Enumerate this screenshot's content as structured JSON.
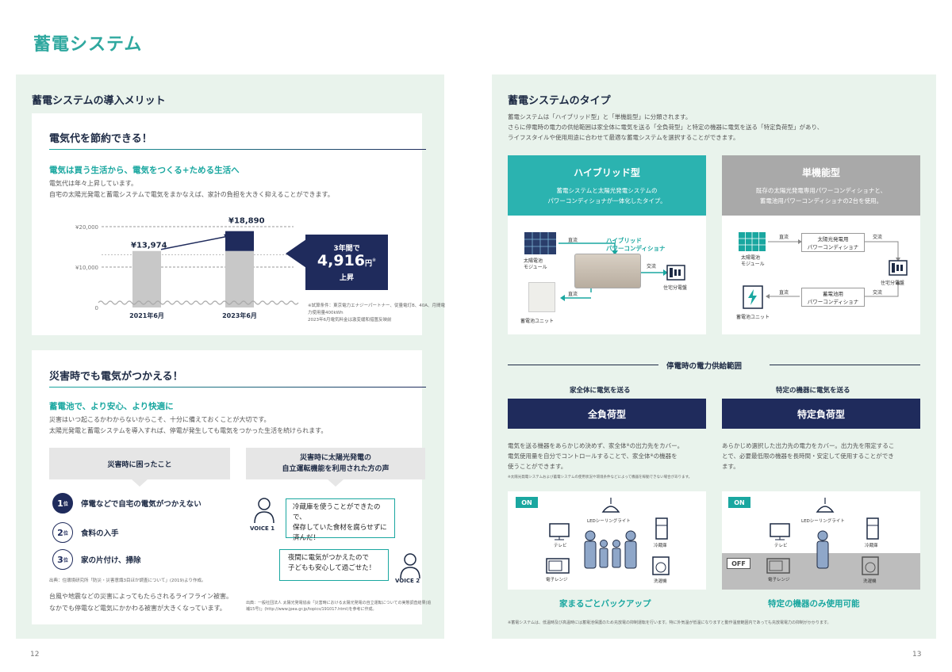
{
  "page": {
    "title": "蓄電システム",
    "page_left": "12",
    "page_right": "13"
  },
  "merits": {
    "heading": "蓄電システムの導入メリット",
    "save": {
      "title": "電気代を節約できる！",
      "sub": "電気は買う生活から、電気をつくる+ためる生活へ",
      "body1": "電気代は年々上昇しています。",
      "body2": "自宅の太陽光発電と蓄電システムで電気をまかなえば、家計の負担を大きく抑えることができます。",
      "y_ticks": [
        "¥20,000",
        "¥10,000",
        "0"
      ],
      "callout_line1": "3年間で",
      "callout_value": "4,916",
      "callout_unit": "円",
      "callout_mark": "※",
      "callout_line3": "上昇",
      "note1": "※試算条件：東京電力エナジーパートナー、従量電灯B、40A、月間電",
      "note2": "力使用量400kWh",
      "note3": "2023年6月電気料金は激変緩和措置反映前"
    },
    "disaster": {
      "title": "災害時でも電気がつかえる！",
      "sub": "蓄電池で、より安心、より快適に",
      "body1": "災害はいつ起こるかわからないからこそ、十分に備えておくことが大切です。",
      "body2": "太陽光発電と蓄電システムを導入すれば、停電が発生しても電気をつかった生活を続けられます。",
      "box_left": "災害時に困ったこと",
      "box_right1": "災害時に太陽光発電の",
      "box_right2": "自立運転機能を利用された方の声",
      "ranks": [
        {
          "num": "1",
          "unit": "位",
          "text": "停電などで自宅の電気がつかえない"
        },
        {
          "num": "2",
          "unit": "位",
          "text": "食料の入手"
        },
        {
          "num": "3",
          "unit": "位",
          "text": "家の片付け、掃除"
        }
      ],
      "source_left": "出典：住環境研究所「防災・災害意識3目ほか調査について」(2019)より作成。",
      "conclusion1": "台風や地震などの災害によってもたらされるライフライン被害。",
      "conclusion2": "なかでも停電など電気にかかわる被害が大きくなっています。",
      "voice1_label": "VOICE 1",
      "voice1_text1": "冷蔵庫を使うことができたので、",
      "voice1_text2": "保存していた食材を腐らせずに",
      "voice1_text3": "済んだ！",
      "voice2_label": "VOICE 2",
      "voice2_text1": "夜間に電気がつかえたので",
      "voice2_text2": "子どもも安心して過ごせた！",
      "source_right1": "出典：一般社団法人 太陽光発電協会「災害時における太陽光発電の自立運転についての実態調査結果(追",
      "source_right2": "補15号)」(http://www.jpea.gr.jp/topics/191017.html)を参考に作成。"
    }
  },
  "chart_data": {
    "type": "bar",
    "categories": [
      "2021年6月",
      "2023年6月"
    ],
    "values": [
      13974,
      18890
    ],
    "value_labels": [
      "¥13,974",
      "¥18,890"
    ],
    "ylim": [
      0,
      20000
    ],
    "xlabel": "",
    "ylabel": ""
  },
  "types": {
    "heading": "蓄電システムのタイプ",
    "intro1": "蓄電システムは「ハイブリッド型」と「単機能型」に分類されます。",
    "intro2": "さらに停電時の電力の供給範囲は家全体に電気を送る「全負荷型」と特定の機器に電気を送る「特定負荷型」があり、",
    "intro3": "ライフスタイルや使用用途に合わせて最適な蓄電システムを選択することができます。",
    "hybrid": {
      "title": "ハイブリッド型",
      "desc1": "蓄電システムと太陽光発電システムの",
      "desc2": "パワーコンディショナが一体化したタイプ。",
      "solar": "太陽電池",
      "module": "モジュール",
      "dc1": "直流",
      "pc1": "ハイブリッド",
      "pc2": "パワーコンディショナ",
      "ac": "交流",
      "panelboard": "住宅分電盤",
      "battery": "蓄電池ユニット",
      "dc2": "直流"
    },
    "single": {
      "title": "単機能型",
      "desc1": "既存の太陽光発電専用パワーコンディショナと、",
      "desc2": "蓄電池用パワーコンディショナの2台を使用。",
      "solar": "太陽電池",
      "module": "モジュール",
      "dc1": "直流",
      "pc_solar1": "太陽光発電用",
      "pc_solar2": "パワーコンディショナ",
      "ac1": "交流",
      "panelboard": "住宅分電盤",
      "battery": "蓄電池ユニット",
      "dc2": "直流",
      "pc_batt1": "蓄電池用",
      "pc_batt2": "パワーコンディショナ",
      "ac2": "交流"
    },
    "range_title": "停電時の電力供給範囲",
    "full": {
      "caption": "家全体に電気を送る",
      "name": "全負荷型",
      "desc1": "電気を送る機器をあらかじめ決めず、家全体",
      "desc_mark": "※",
      "desc1b": "の出力先をカバー。",
      "desc2": "電気使用量を自分でコントロールすることで、家全体",
      "desc2b": "の機器を",
      "desc3": "使うことができます。",
      "note": "※太陽光発電システムおよび蓄電システムの使用状況や環境条件などによって機器を稼動できない場合があります。",
      "on": "ON",
      "light": "LEDシーリングライト",
      "tv": "テレビ",
      "fridge": "冷蔵庫",
      "microwave": "電子レンジ",
      "washer": "洗濯機",
      "footer": "家まるごとバックアップ"
    },
    "specific": {
      "caption": "特定の機器に電気を送る",
      "name": "特定負荷型",
      "desc1": "あらかじめ選択した出力先の電力をカバー。出力先を限定するこ",
      "desc2": "とで、必要最低限の機器を長時間・安定して使用することができ",
      "desc3": "ます。",
      "on": "ON",
      "off": "OFF",
      "light": "LEDシーリングライト",
      "tv": "テレビ",
      "fridge": "冷蔵庫",
      "microwave": "電子レンジ",
      "washer": "洗濯機",
      "footer": "特定の機器のみ使用可能"
    },
    "footnote": "※蓄電システムは、低温時及び高温時には蓄電池保護のため充放電の抑制運転を行います。特に外気温が低温になりますと動作温度範囲内であっても充放電電力の抑制がかかります。"
  },
  "colors": {
    "teal": "#1aa7a0",
    "navy": "#1f2b5c",
    "panel": "#e9f3ec",
    "gray": "#a9a9a9"
  }
}
